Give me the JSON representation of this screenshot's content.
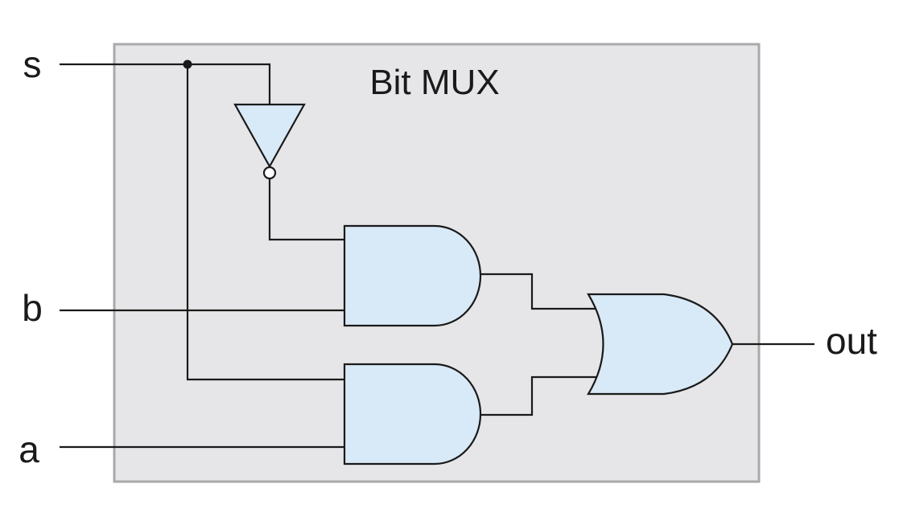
{
  "diagram": {
    "title": "Bit MUX",
    "inputs": {
      "s": "s",
      "b": "b",
      "a": "a"
    },
    "output": "out",
    "gates": [
      "NOT",
      "AND",
      "AND",
      "OR"
    ],
    "colors": {
      "box_fill": "#e6e6e8",
      "box_stroke": "#a9a9ab",
      "gate_fill": "#d8e9f7",
      "wire": "#1a1a1a",
      "text": "#1a1a1a"
    }
  }
}
